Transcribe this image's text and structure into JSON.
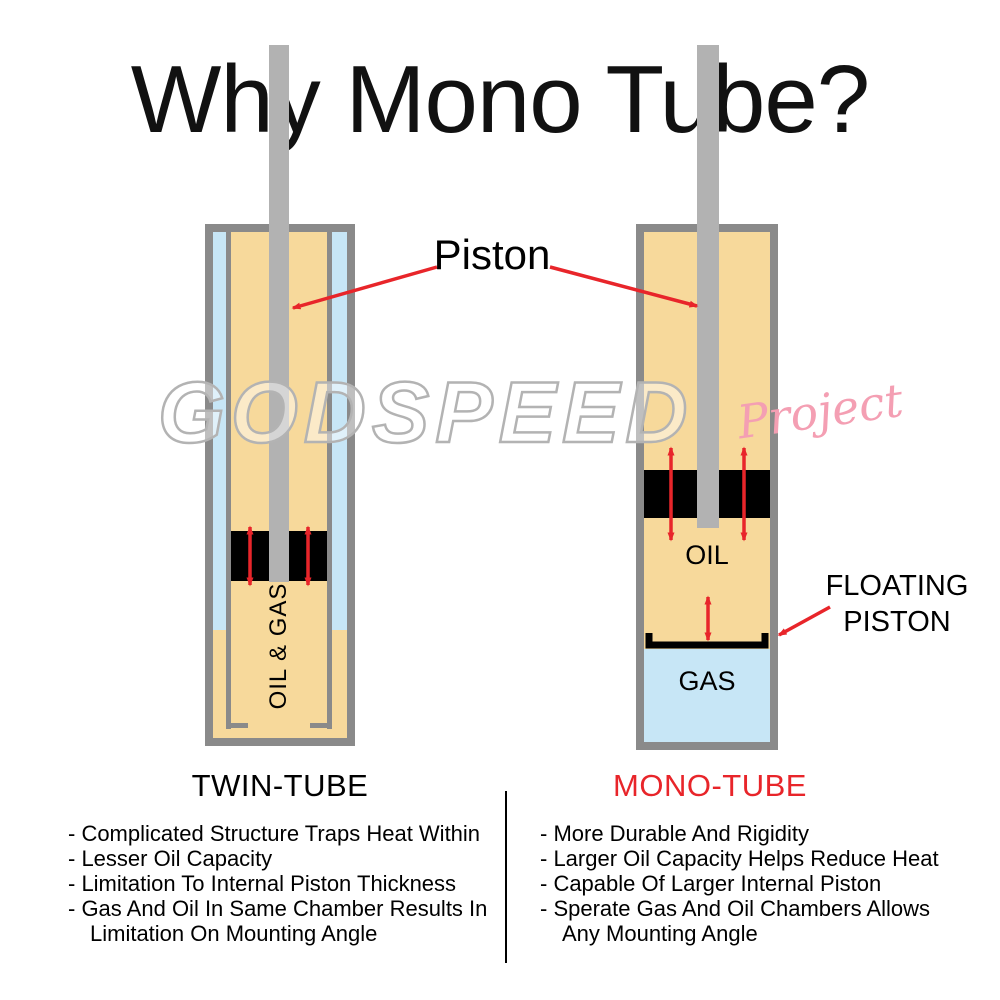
{
  "title": "Why Mono Tube?",
  "watermark": {
    "main": "GODSPEED",
    "sub": "Project"
  },
  "labels": {
    "piston": "Piston",
    "floating_piston_line1": "FLOATING",
    "floating_piston_line2": "PISTON",
    "oil_gas": "OIL & GAS",
    "oil": "OIL",
    "gas": "GAS"
  },
  "columns": {
    "left": {
      "heading": "TWIN-TUBE",
      "bullets": [
        "- Complicated Structure Traps Heat Within",
        "- Lesser Oil Capacity",
        "- Limitation To Internal Piston Thickness",
        "- Gas And Oil In Same Chamber Results In",
        "Limitation On Mounting Angle"
      ]
    },
    "right": {
      "heading": "MONO-TUBE",
      "bullets": [
        "- More Durable And Rigidity",
        "- Larger Oil Capacity Helps Reduce Heat",
        "- Capable Of Larger Internal Piston",
        "- Sperate Gas And Oil Chambers Allows",
        "Any Mounting Angle"
      ]
    }
  },
  "colors": {
    "accent_red": "#e8252a",
    "tube_border_gray": "#8a8a8a",
    "rod_gray": "#b2b2b2",
    "oil_tan": "#f7d99b",
    "gas_blue": "#c7e6f6",
    "piston_black": "#000000",
    "watermark_gray": "#b3b3b3",
    "watermark_pink": "#f49fb3"
  }
}
